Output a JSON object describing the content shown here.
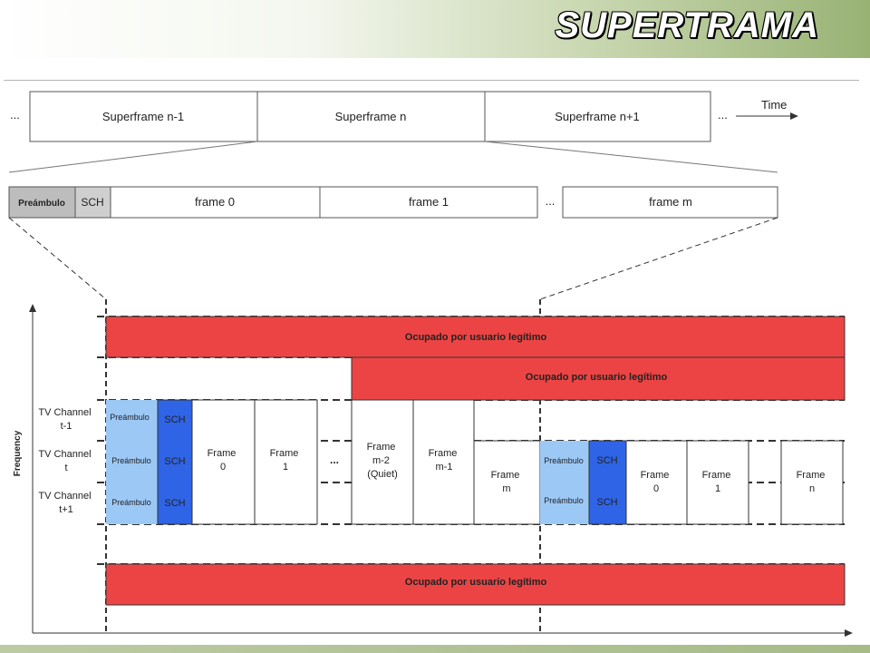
{
  "slide": {
    "title": "SUPERTRAMA"
  },
  "timeline": {
    "ellipsis_left": "...",
    "ellipsis_right": "...",
    "time_label": "Time",
    "superframes": [
      "Superframe n-1",
      "Superframe n",
      "Superframe n+1"
    ]
  },
  "superframe_detail": {
    "preamble": "Preámbulo",
    "sch": "SCH",
    "frames": [
      "frame 0",
      "frame 1",
      "frame m"
    ],
    "ellipsis": "..."
  },
  "spectrum": {
    "y_axis_label": "Frequency",
    "channels": [
      {
        "line1": "TV Channel",
        "line2": "t-1"
      },
      {
        "line1": "TV Channel",
        "line2": "t"
      },
      {
        "line1": "TV Channel",
        "line2": "t+1"
      }
    ],
    "occupied_label": "Ocupado por usuario legítimo",
    "preamble": "Preámbulo",
    "sch": "SCH",
    "frames_left": [
      {
        "line1": "Frame",
        "line2": "0"
      },
      {
        "line1": "Frame",
        "line2": "1"
      }
    ],
    "ellipsis": "...",
    "frame_m2": {
      "line1": "Frame",
      "line2": "m-2",
      "line3": "(Quiet)"
    },
    "frame_m1": {
      "line1": "Frame",
      "line2": "m-1"
    },
    "frame_m": {
      "line1": "Frame",
      "line2": "m"
    },
    "frames_right": [
      {
        "line1": "Frame",
        "line2": "0"
      },
      {
        "line1": "Frame",
        "line2": "1"
      }
    ],
    "frame_n": {
      "line1": "Frame",
      "line2": "n"
    },
    "colors": {
      "occupied": "#ec4444",
      "preamble": "#9cc8f6",
      "sch": "#2f64e6",
      "preamble_top": "#bdbdbd"
    }
  }
}
